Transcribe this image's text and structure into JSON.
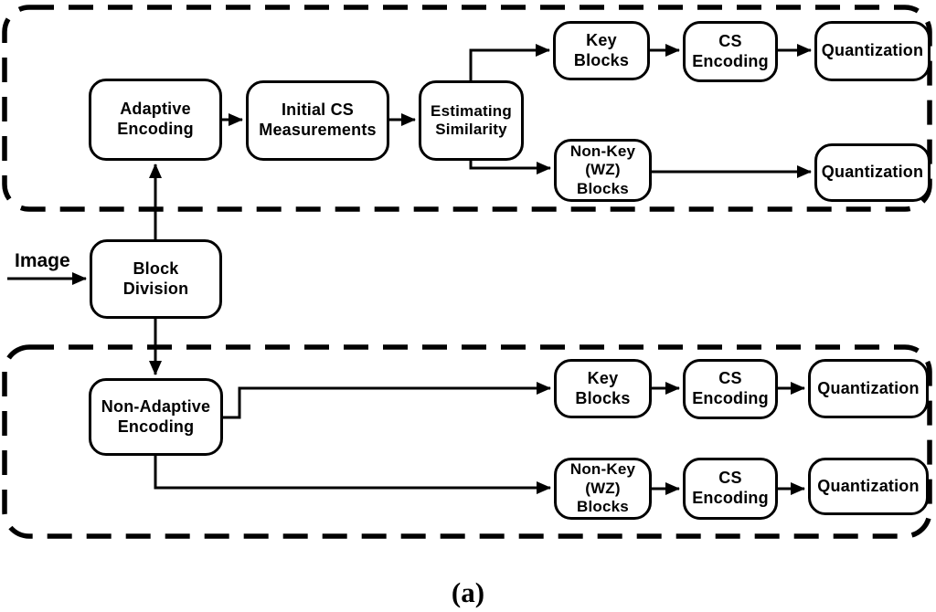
{
  "figure": {
    "caption": "(a)",
    "input_label": "Image"
  },
  "colors": {
    "line": "#000000",
    "background": "#ffffff"
  },
  "regions": {
    "top": "adaptive-encoding-path",
    "bottom": "non-adaptive-encoding-path"
  },
  "nodes": {
    "adaptive_encoding": "Adaptive\nEncoding",
    "initial_cs_measurements": "Initial CS\nMeasurements",
    "estimating_similarity": "Estimating\nSimilarity",
    "key_blocks_top": "Key\nBlocks",
    "cs_encoding_top": "CS\nEncoding",
    "quantization_key_top": "Quantization",
    "non_key_blocks_top": "Non-Key\n(WZ)\nBlocks",
    "quantization_nonkey_top": "Quantization",
    "block_division": "Block\nDivision",
    "non_adaptive_encoding": "Non-Adaptive\nEncoding",
    "key_blocks_bottom": "Key\nBlocks",
    "cs_encoding_key_bottom": "CS\nEncoding",
    "quantization_key_bottom": "Quantization",
    "non_key_blocks_bottom": "Non-Key\n(WZ)\nBlocks",
    "cs_encoding_nonkey_bottom": "CS\nEncoding",
    "quantization_nonkey_bottom": "Quantization"
  }
}
